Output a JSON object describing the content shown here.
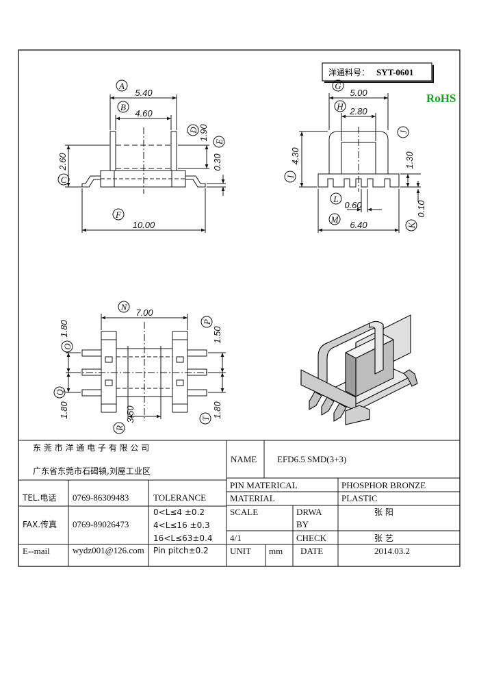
{
  "part_label": {
    "prefix": "洋通料号：",
    "code": "SYT-0601"
  },
  "rohs": "RoHS",
  "views": {
    "front": {
      "dims": {
        "A": "5.40",
        "B": "4.60",
        "C": "2.60",
        "D": "1.90",
        "E": "0.30",
        "F": "10.00"
      }
    },
    "side": {
      "dims": {
        "G": "5.00",
        "H": "2.80",
        "I": "4.30",
        "J": "1.30",
        "K": "0.10",
        "L": "0.60",
        "M": "6.40"
      }
    },
    "bottom": {
      "dims": {
        "N": "7.00",
        "O": "1.80",
        "P": "1.50",
        "Q": "1.80",
        "R": "3.50",
        "T": "1.80"
      }
    }
  },
  "title_block": {
    "company": "东 莞 市 洋 通 电 子 有 限 公 司",
    "address": "广东省东莞市石碣镇,刘屋工业区",
    "tel_label": "TEL.电话",
    "tel": "0769-86309483",
    "fax_label": "FAX.传真",
    "fax": "0769-89026473",
    "email_label": "E--mail",
    "email": "wydz001@126.com",
    "tolerance_label": "TOLERANCE",
    "tolerances": [
      "0<L≤4   ±0.2",
      "4<L≤16  ±0.3",
      "16<L≤63±0.4",
      "Pin pitch±0.2"
    ],
    "name_label": "NAME",
    "name_value": "EFD6.5    SMD(3+3)",
    "pin_material_label": "PIN   MATERICAL",
    "pin_material": "PHOSPHOR BRONZE",
    "material_label": "MATERIAL",
    "material": "PLASTIC",
    "scale_label": "SCALE",
    "scale": "4/1",
    "drawn_label_1": "DRWA",
    "drawn_label_2": "BY",
    "drawn_by": "张  阳",
    "check_label": "CHECK",
    "checked_by": "张  艺",
    "unit_label": "UNIT",
    "unit": "mm",
    "date_label": "DATE",
    "date": "2014.03.2"
  }
}
